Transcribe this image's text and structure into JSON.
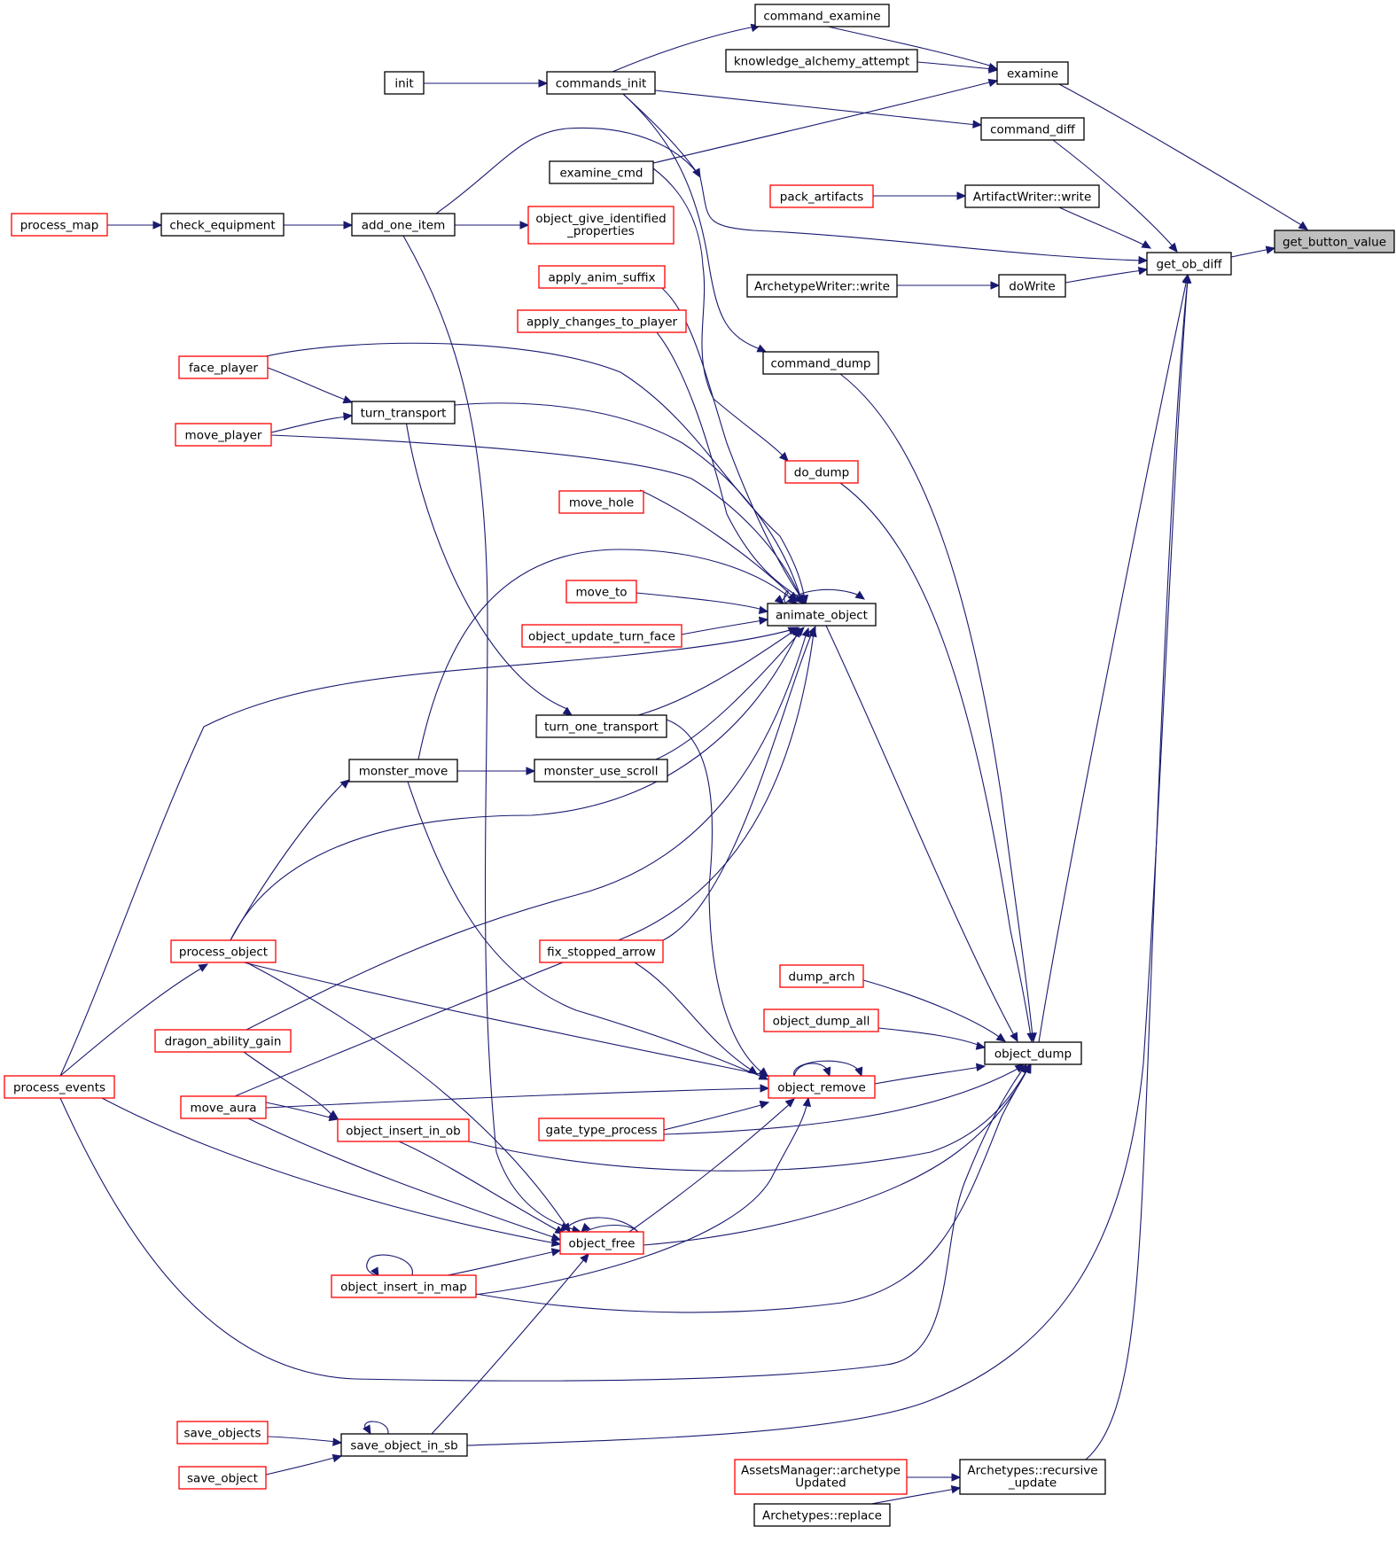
{
  "graph": {
    "colors": {
      "edge": "#191970",
      "node_border_default": "#000000",
      "node_border_truncated": "#ff0000",
      "root_fill": "#bfbfbf"
    },
    "nodes": [
      {
        "id": "get_button_value",
        "label": "get_button_value",
        "style": "root"
      },
      {
        "id": "get_ob_diff",
        "label": "get_ob_diff",
        "style": "black"
      },
      {
        "id": "examine",
        "label": "examine",
        "style": "black"
      },
      {
        "id": "command_diff",
        "label": "command_diff",
        "style": "black"
      },
      {
        "id": "artifactwriter_write",
        "label": "ArtifactWriter::write",
        "style": "black"
      },
      {
        "id": "dowrite",
        "label": "doWrite",
        "style": "black"
      },
      {
        "id": "object_dump",
        "label": "object_dump",
        "style": "black"
      },
      {
        "id": "save_object_in_sb",
        "label": "save_object_in_sb",
        "style": "black"
      },
      {
        "id": "archetypes_recursive_update",
        "label": "Archetypes::recursive_update",
        "lines": [
          "Archetypes::recursive",
          "_update"
        ],
        "style": "black"
      },
      {
        "id": "command_examine",
        "label": "command_examine",
        "style": "black"
      },
      {
        "id": "knowledge_alchemy_attempt",
        "label": "knowledge_alchemy_attempt",
        "style": "black"
      },
      {
        "id": "commands_init",
        "label": "commands_init",
        "style": "black"
      },
      {
        "id": "init",
        "label": "init",
        "style": "black"
      },
      {
        "id": "examine_cmd",
        "label": "examine_cmd",
        "style": "black"
      },
      {
        "id": "pack_artifacts",
        "label": "pack_artifacts",
        "style": "red"
      },
      {
        "id": "archetypewriter_write",
        "label": "ArchetypeWriter::write",
        "style": "black"
      },
      {
        "id": "command_dump",
        "label": "command_dump",
        "style": "black"
      },
      {
        "id": "do_dump",
        "label": "do_dump",
        "style": "red"
      },
      {
        "id": "animate_object",
        "label": "animate_object",
        "style": "black"
      },
      {
        "id": "dump_arch",
        "label": "dump_arch",
        "style": "red"
      },
      {
        "id": "object_dump_all",
        "label": "object_dump_all",
        "style": "red"
      },
      {
        "id": "object_remove",
        "label": "object_remove",
        "style": "red"
      },
      {
        "id": "object_free",
        "label": "object_free",
        "style": "red"
      },
      {
        "id": "object_give_identified_properties",
        "label": "object_give_identified_properties",
        "lines": [
          "object_give_identified",
          "_properties"
        ],
        "style": "red"
      },
      {
        "id": "apply_anim_suffix",
        "label": "apply_anim_suffix",
        "style": "red"
      },
      {
        "id": "apply_changes_to_player",
        "label": "apply_changes_to_player",
        "style": "red"
      },
      {
        "id": "move_hole",
        "label": "move_hole",
        "style": "red"
      },
      {
        "id": "move_to",
        "label": "move_to",
        "style": "red"
      },
      {
        "id": "object_update_turn_face",
        "label": "object_update_turn_face",
        "style": "red"
      },
      {
        "id": "turn_one_transport",
        "label": "turn_one_transport",
        "style": "black"
      },
      {
        "id": "monster_use_scroll",
        "label": "monster_use_scroll",
        "style": "black"
      },
      {
        "id": "fix_stopped_arrow",
        "label": "fix_stopped_arrow",
        "style": "red"
      },
      {
        "id": "gate_type_process",
        "label": "gate_type_process",
        "style": "red"
      },
      {
        "id": "assetsmanager_archetypeupdated",
        "label": "AssetsManager::archetypeUpdated",
        "lines": [
          "AssetsManager::archetype",
          "Updated"
        ],
        "style": "red"
      },
      {
        "id": "archetypes_replace",
        "label": "Archetypes::replace",
        "style": "black"
      },
      {
        "id": "add_one_item",
        "label": "add_one_item",
        "style": "black"
      },
      {
        "id": "turn_transport",
        "label": "turn_transport",
        "style": "black"
      },
      {
        "id": "monster_move",
        "label": "monster_move",
        "style": "black"
      },
      {
        "id": "object_insert_in_ob",
        "label": "object_insert_in_ob",
        "style": "red"
      },
      {
        "id": "object_insert_in_map",
        "label": "object_insert_in_map",
        "style": "red"
      },
      {
        "id": "check_equipment",
        "label": "check_equipment",
        "style": "black"
      },
      {
        "id": "face_player",
        "label": "face_player",
        "style": "red"
      },
      {
        "id": "move_player",
        "label": "move_player",
        "style": "red"
      },
      {
        "id": "process_object",
        "label": "process_object",
        "style": "red"
      },
      {
        "id": "dragon_ability_gain",
        "label": "dragon_ability_gain",
        "style": "red"
      },
      {
        "id": "move_aura",
        "label": "move_aura",
        "style": "red"
      },
      {
        "id": "save_objects",
        "label": "save_objects",
        "style": "red"
      },
      {
        "id": "save_object",
        "label": "save_object",
        "style": "red"
      },
      {
        "id": "process_map",
        "label": "process_map",
        "style": "red"
      },
      {
        "id": "process_events",
        "label": "process_events",
        "style": "red"
      }
    ]
  }
}
